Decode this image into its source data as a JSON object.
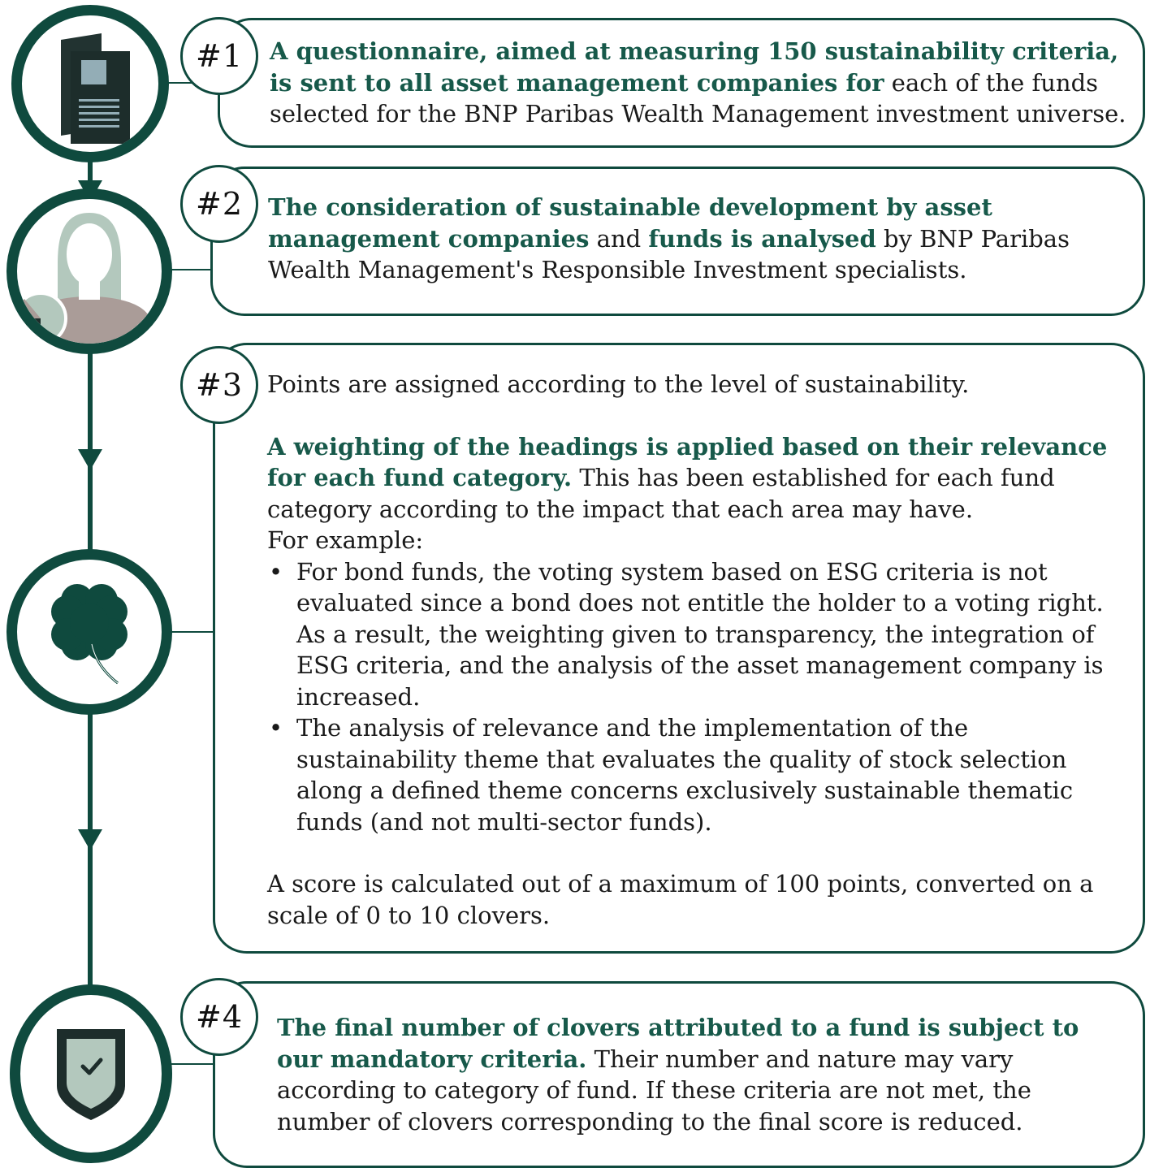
{
  "colors": {
    "accent": "#0f4a3e",
    "highlight": "#17594a",
    "sage": "#b3c8bd",
    "mauve": "#aa9c98",
    "dark": "#1d2d2b"
  },
  "steps": [
    {
      "number": "#1",
      "icon": "document-icon",
      "highlight_1": "A questionnaire, aimed at measuring 150 sustainability criteria, is sent to all asset management companies for",
      "text_1": " each of the funds selected for the BNP Paribas Wealth Management investment universe."
    },
    {
      "number": "#2",
      "icon": "person-analyst-icon",
      "highlight_1": "The consideration of sustainable development by asset management companies",
      "text_1": " and ",
      "highlight_2": "funds is analysed",
      "text_2": " by BNP Paribas Wealth Management's Responsible Investment specialists."
    },
    {
      "number": "#3",
      "icon": "clover-icon",
      "intro": "Points are assigned according to the level of sustainability.",
      "highlight_1": "A weighting of the headings is applied based on their relevance for each fund category.",
      "text_1": " This has been established for each fund category according to the impact that each area may have.",
      "example_label": "For example:",
      "bullets": [
        "For bond funds, the voting system based on ESG criteria is not evaluated since a bond does not entitle the holder to a voting right. As a result, the weighting given to transparency, the integration of ESG criteria, and the analysis of the asset management company is increased.",
        "The analysis of relevance and the implementation of the sustainability theme that evaluates the quality of stock selection along a defined theme concerns exclusively sustainable thematic funds (and not multi-sector funds)."
      ],
      "closing": "A score is calculated out of a maximum of 100 points, converted on a scale of 0 to 10 clovers."
    },
    {
      "number": "#4",
      "icon": "shield-check-icon",
      "highlight_1": "The final number of clovers attributed to a fund is subject to our mandatory criteria.",
      "text_1": " Their number and nature may vary according to category of fund. If these criteria are not met, the number of clovers corresponding to the final score is reduced."
    }
  ]
}
